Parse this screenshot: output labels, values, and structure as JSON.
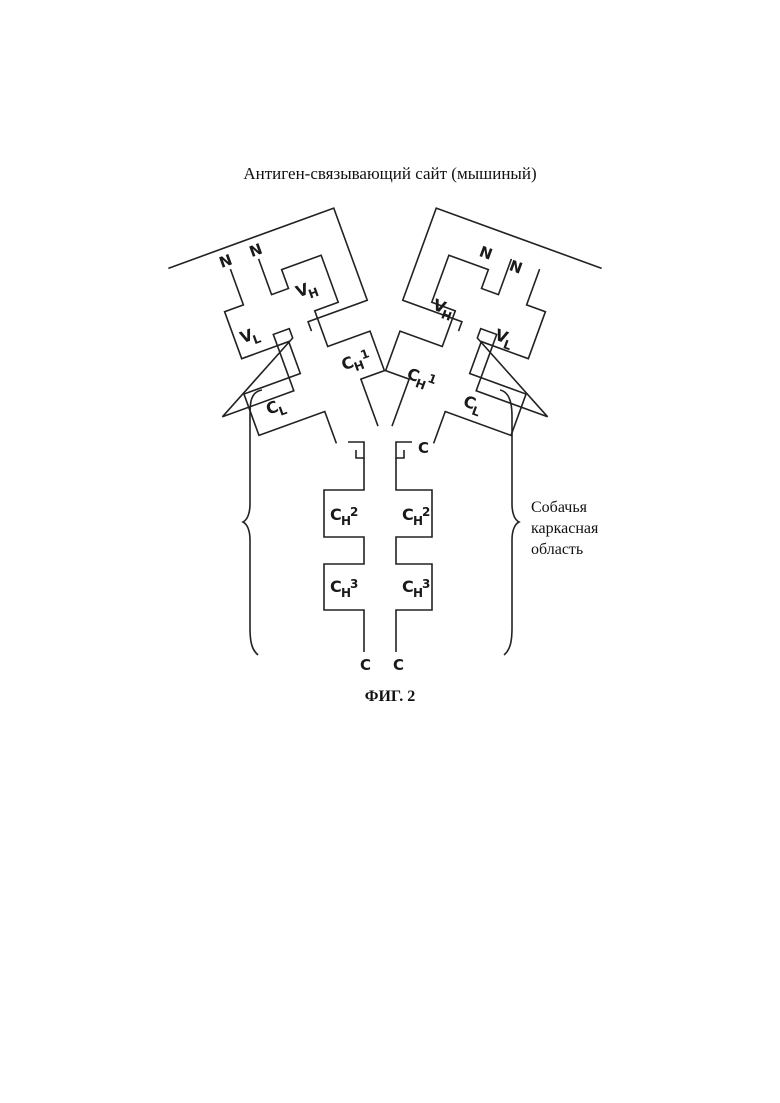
{
  "title": "Антиген-связывающий сайт (мышиный)",
  "figure_caption": "ФИГ. 2",
  "framework_label": [
    "Собачья",
    "каркасная",
    "область"
  ],
  "domains": {
    "left_vl": {
      "main": "V",
      "sub": "L"
    },
    "left_vh": {
      "main": "V",
      "sub": "H"
    },
    "left_ch1": {
      "main": "C",
      "sub": "H",
      "tail": "1"
    },
    "left_cl": {
      "main": "C",
      "sub": "L"
    },
    "right_vh": {
      "main": "V",
      "sub": "H"
    },
    "right_vl": {
      "main": "V",
      "sub": "L"
    },
    "right_ch1": {
      "main": "C",
      "sub": "H",
      "tail": "1"
    },
    "right_cl": {
      "main": "C",
      "sub": "L"
    },
    "left_ch2": {
      "main": "C",
      "sub": "H",
      "tail": "2"
    },
    "right_ch2": {
      "main": "C",
      "sub": "H",
      "tail": "2"
    },
    "left_ch3": {
      "main": "C",
      "sub": "H",
      "tail": "3"
    },
    "right_ch3": {
      "main": "C",
      "sub": "H",
      "tail": "3"
    }
  },
  "termini": {
    "n_left_1": "N",
    "n_left_2": "N",
    "n_right_1": "N",
    "n_right_2": "N",
    "c_hinge": "C",
    "c_bottom_left": "C",
    "c_bottom_right": "C"
  }
}
